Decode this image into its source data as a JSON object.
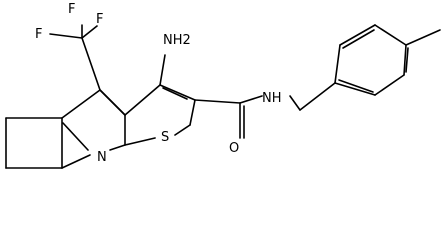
{
  "molecule": {
    "labels": {
      "cf3_f_left": "F",
      "cf3_f_top": "F",
      "cf3_f_right": "F",
      "amino": "NH2",
      "amide_nh": "NH",
      "amide_o": "O",
      "thiophene_s": "S",
      "pyridine_n": "N"
    }
  },
  "colors": {
    "bond": "#000000",
    "text": "#000000",
    "background": "#ffffff"
  }
}
